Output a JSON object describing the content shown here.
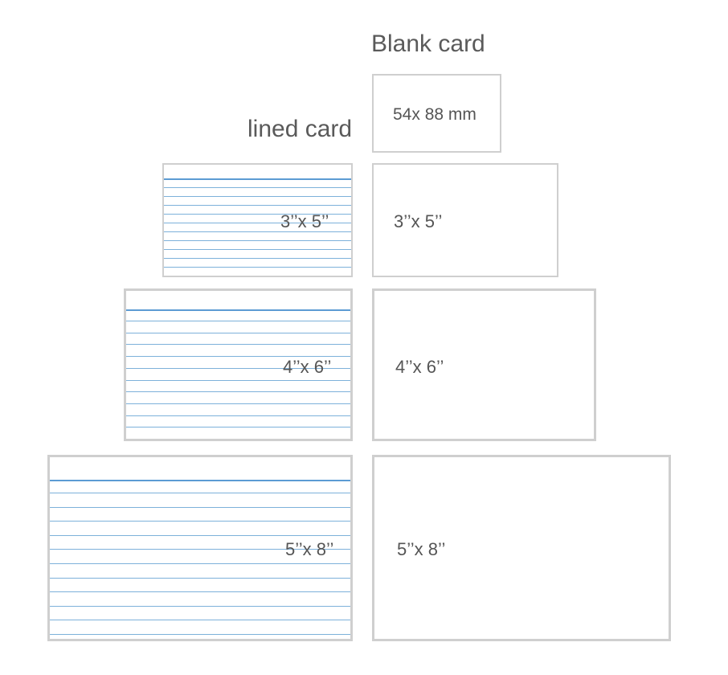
{
  "headings": {
    "blank": "Blank card",
    "lined": "lined card"
  },
  "cards": {
    "blank_small": "54x 88 mm",
    "lined_3x5": "3’’x 5’’",
    "blank_3x5": "3’’x 5’’",
    "lined_4x6": "4’’x 6’’",
    "blank_4x6": "4’’x 6’’",
    "lined_5x8": "5’’x 8’’",
    "blank_5x8": "5’’x 8’’"
  },
  "colors": {
    "card_border": "#cfcfcf",
    "rule_line": "#7db1da",
    "header_line": "#5c9bd3",
    "text": "#555555"
  }
}
